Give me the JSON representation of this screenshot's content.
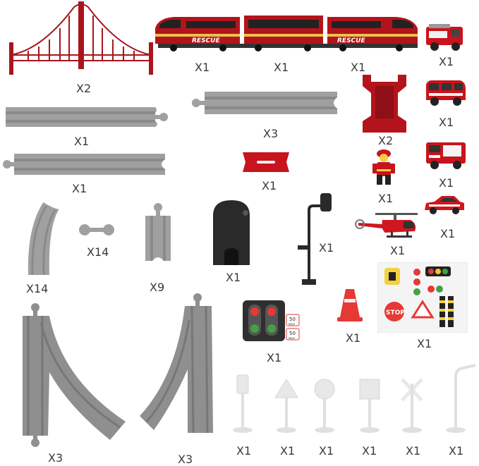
{
  "colors": {
    "red": "#b3141c",
    "dark_red": "#7a0c12",
    "track": "#9a9a9a",
    "track_dark": "#7c7c7c",
    "sign": "#e6e6e6"
  },
  "train": {
    "side_text_left": "RESCUE",
    "side_text_right": "RESCUE"
  },
  "signal_box": {
    "sign_top": "50",
    "sign_top_unit": "KM/H",
    "sign_bottom": "50",
    "sign_bottom_unit": "KM/H"
  },
  "sticker_sheet": {
    "stop_text": "STOP"
  },
  "quantities": {
    "bridge": "X2",
    "train_car_left": "X1",
    "train_car_middle": "X1",
    "train_car_right": "X1",
    "fire_truck": "X1",
    "fire_van": "X1",
    "fire_rescue_truck": "X1",
    "fire_car": "X1",
    "long_track_1": "X1",
    "long_track_2": "X1",
    "long_track_3": "X3",
    "pillar": "X2",
    "red_ramp": "X1",
    "firefighter": "X1",
    "helicopter": "X1",
    "curve_track": "X14",
    "connector": "X14",
    "short_track": "X9",
    "tunnel_block": "X1",
    "street_lamp": "X1",
    "sticker_sheet": "X1",
    "switch_left": "X3",
    "switch_right": "X3",
    "traffic_signal": "X1",
    "cone": "X1",
    "sign_rect": "X1",
    "sign_triangle": "X1",
    "sign_round": "X1",
    "sign_square": "X1",
    "sign_crossing": "X1",
    "sign_lamp": "X1"
  }
}
